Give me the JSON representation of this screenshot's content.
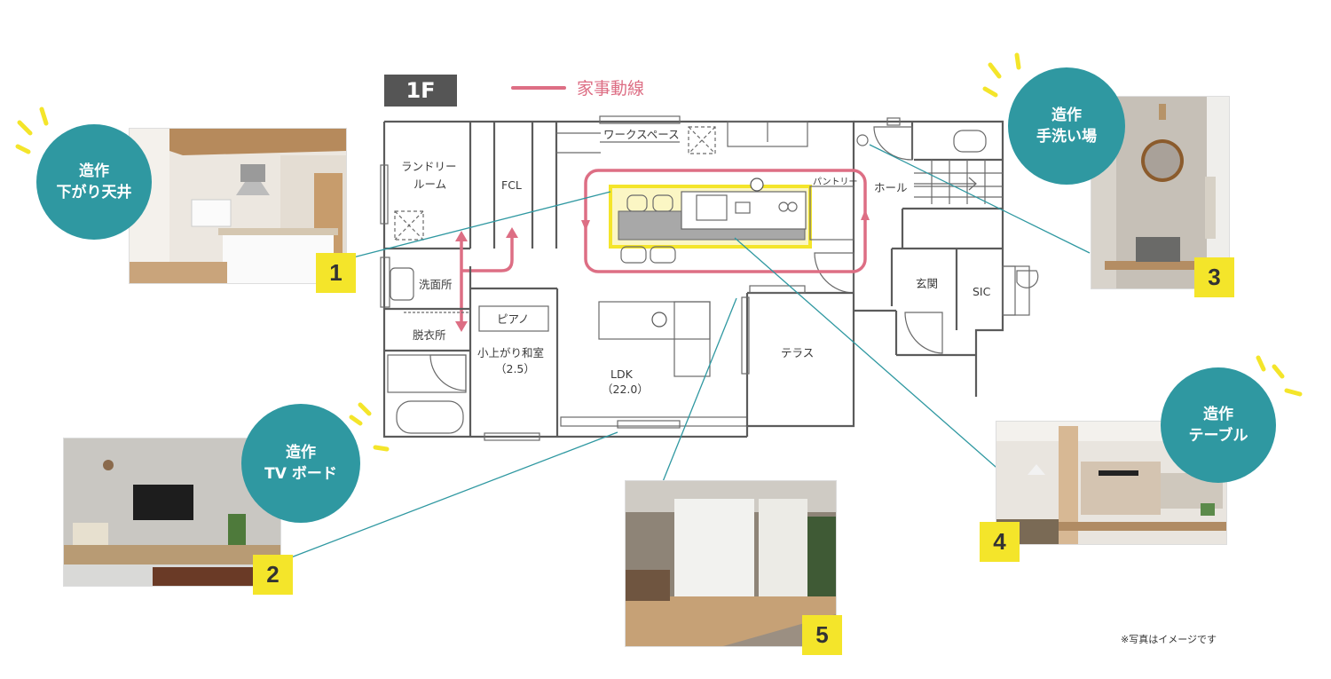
{
  "floor_label": "1F",
  "legend": {
    "label": "家事動線",
    "color": "#dd6e84"
  },
  "rooms": {
    "laundry_line1": "ランドリー",
    "laundry_line2": "ルーム",
    "fcl": "FCL",
    "workspace": "ワークスペース",
    "pantry": "パントリー",
    "hall": "ホール",
    "washroom": "洗面所",
    "dressing": "脱衣所",
    "piano": "ピアノ",
    "japanese_room": "小上がり和室",
    "japanese_room_size": "（2.5）",
    "ldk": "LDK",
    "ldk_size": "（22.0）",
    "terrace": "テラス",
    "entrance": "玄関",
    "sic": "SIC"
  },
  "callouts": [
    {
      "number": "1",
      "title_line1": "造作",
      "title_line2": "下がり天井",
      "photo": "kitchen-with-lowered-wood-ceiling"
    },
    {
      "number": "2",
      "title_line1": "造作",
      "title_line2": "TV ボード",
      "photo": "tv-board-wall"
    },
    {
      "number": "3",
      "title_line1": "造作",
      "title_line2": "手洗い場",
      "photo": "hand-wash-basin-with-round-mirror"
    },
    {
      "number": "4",
      "title_line1": "造作",
      "title_line2": "テーブル",
      "photo": "kitchen-dining-table"
    },
    {
      "number": "5",
      "photo": "living-room-with-sheer-curtains"
    }
  ],
  "note": "※写真はイメージです",
  "colors": {
    "accent_teal": "#2f98a1",
    "number_yellow": "#f4e52a",
    "route_pink": "#dd6e84",
    "kitchen_yellow": "#f4e52a",
    "wall_gray": "#5b5b5b"
  }
}
